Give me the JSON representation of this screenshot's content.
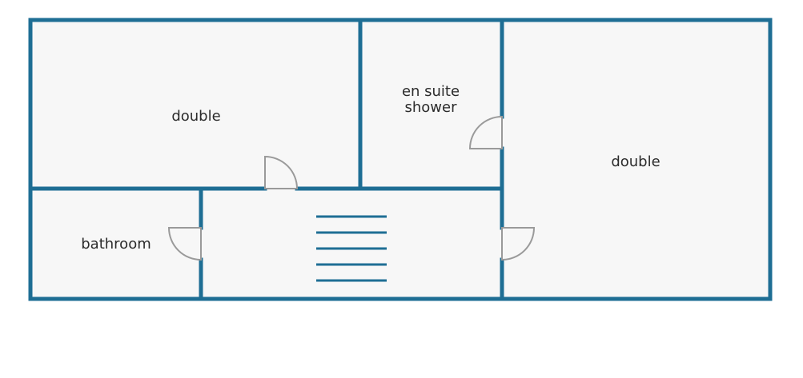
{
  "colors": {
    "wall": "#1e6e94",
    "floor": "#f7f7f7",
    "door": "#9a9a9a",
    "label": "#2b2b2b",
    "background": "#ffffff"
  },
  "rooms": {
    "double_left": {
      "label": "double"
    },
    "en_suite": {
      "label_line1": "en suite",
      "label_line2": "shower"
    },
    "double_right": {
      "label": "double"
    },
    "bathroom": {
      "label": "bathroom"
    }
  },
  "stairs": {
    "steps": 5
  }
}
